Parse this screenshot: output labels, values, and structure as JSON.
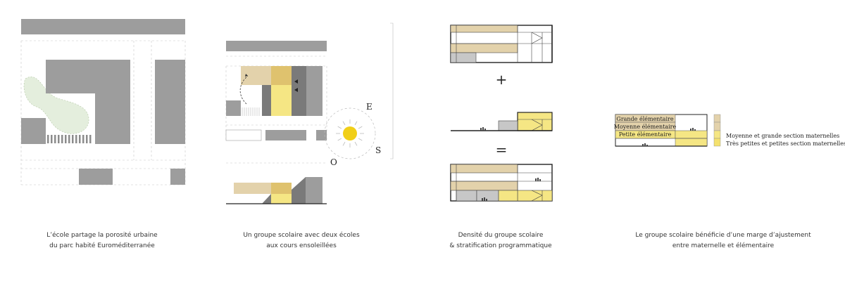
{
  "panels": [
    {
      "caption_line1": "L’école partage la porosité urbaine",
      "caption_line2": "du parc habité Euroméditerranée"
    },
    {
      "caption_line1": "Un groupe scolaire avec deux écoles",
      "caption_line2": "aux cours ensoleillées"
    },
    {
      "caption_line1": "Densité du groupe scolaire",
      "caption_line2": "& stratification programmatique"
    },
    {
      "caption_line1": "Le groupe scolaire bénéficie d’une marge d’ajustement",
      "caption_line2": "entre maternelle et élémentaire"
    }
  ],
  "compass": {
    "east": "E",
    "south": "S",
    "west": "O"
  },
  "operators": {
    "plus": "+",
    "equals": "="
  },
  "legend": {
    "rows": [
      "Grande élémentaire",
      "Moyenne élémentaire",
      "Petite élémentaire"
    ],
    "notes": [
      "Moyenne et grande section maternelles",
      "Très petites et petites section maternelles"
    ]
  },
  "colors": {
    "building_gray": "#9d9d9d",
    "dark_gray": "#7a7a7a",
    "tan": "#e3d2ab",
    "mustard": "#dfc26e",
    "yellow": "#f5e684",
    "yellow_bright": "#f4e16e",
    "sun": "#f1cf17",
    "park_green": "#e4eedd"
  }
}
